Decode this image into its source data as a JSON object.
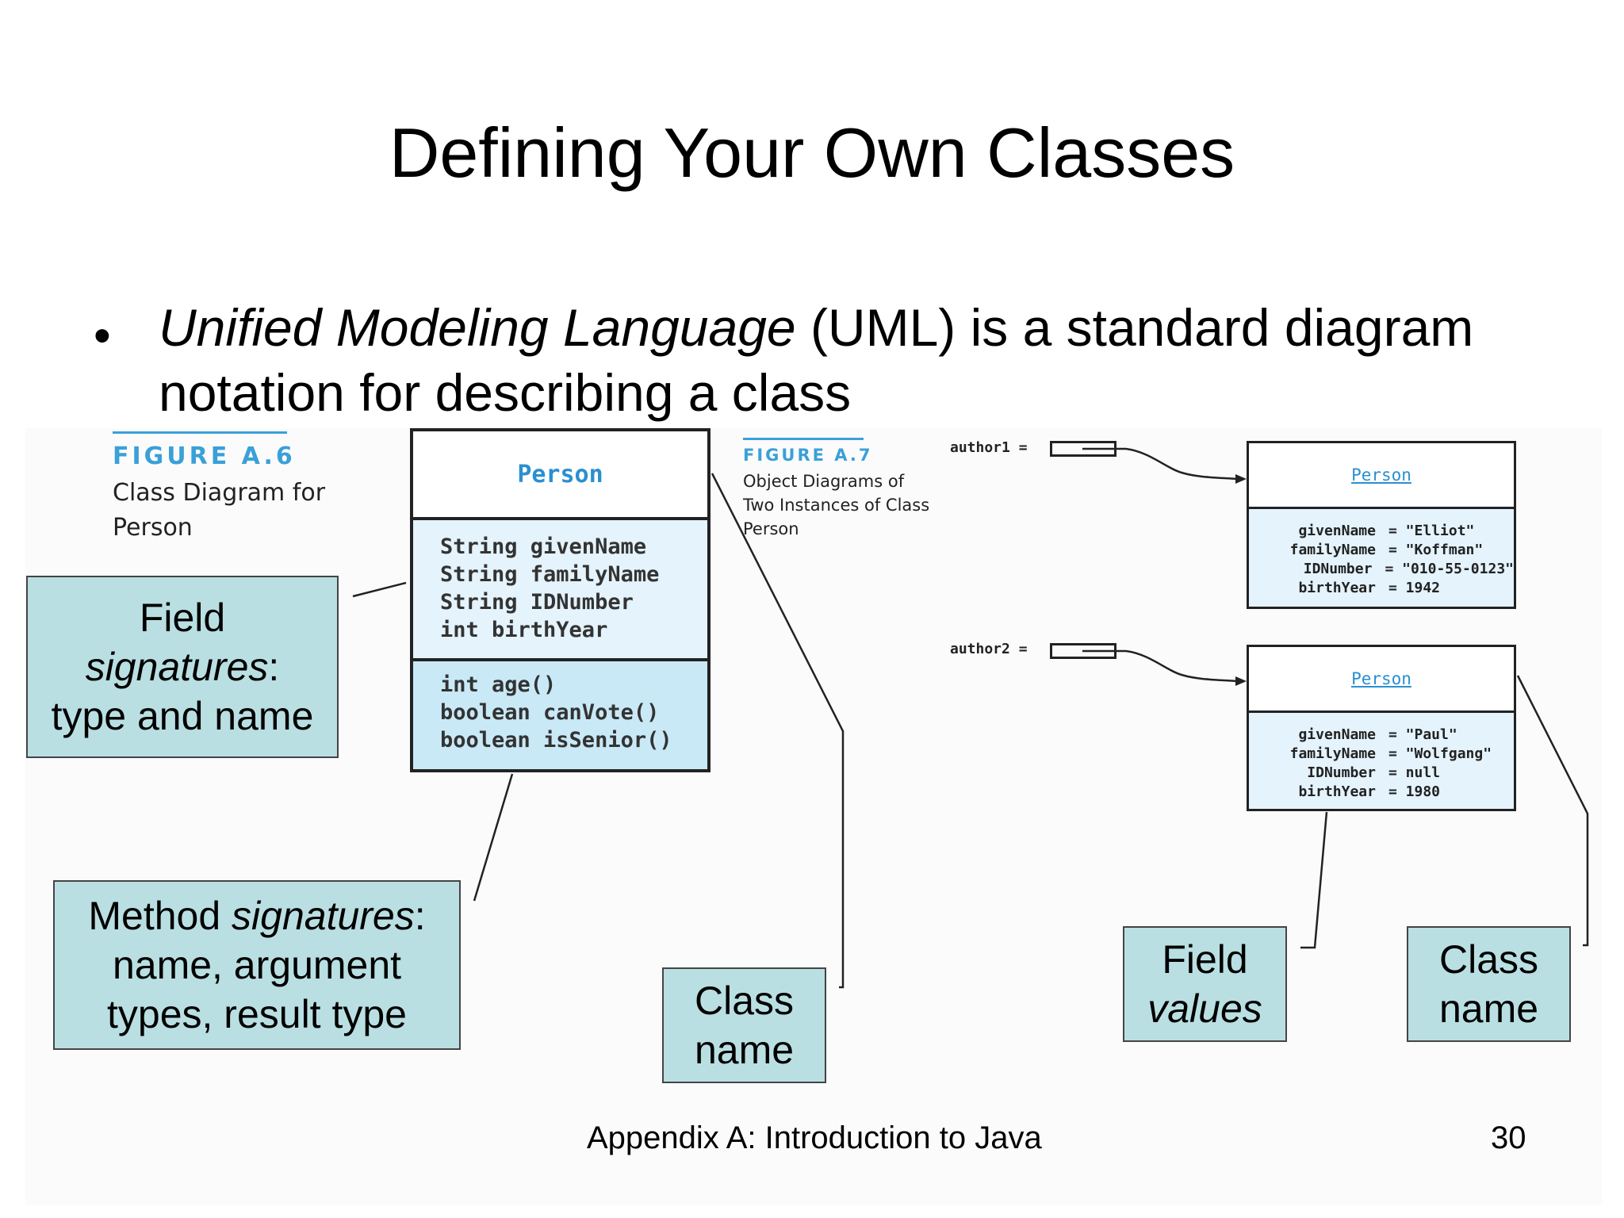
{
  "slide": {
    "title": "Defining Your Own Classes",
    "bullet": {
      "italic": "Unified Modeling Language",
      "rest_line1": " (UML) is a standard diagram",
      "line2": "notation for describing a class"
    }
  },
  "figure_a6": {
    "label": "FIGURE A.6",
    "caption_line1": "Class Diagram for",
    "caption_line2": "Person",
    "class": {
      "name": "Person",
      "fields": [
        "String givenName",
        "String familyName",
        "String IDNumber",
        "int birthYear"
      ],
      "methods": [
        "int age()",
        "boolean canVote()",
        "boolean isSenior()"
      ]
    }
  },
  "figure_a7": {
    "label": "FIGURE A.7",
    "caption_lines": [
      "Object Diagrams of",
      "Two Instances of Class",
      "Person"
    ],
    "objects": [
      {
        "ref": "author1 =",
        "class_name": "Person",
        "fields": [
          {
            "name": "givenName",
            "value": "= \"Elliot\""
          },
          {
            "name": "familyName",
            "value": "= \"Koffman\""
          },
          {
            "name": "IDNumber",
            "value": "= \"010-55-0123\""
          },
          {
            "name": "birthYear",
            "value": "= 1942"
          }
        ]
      },
      {
        "ref": "author2 =",
        "class_name": "Person",
        "fields": [
          {
            "name": "givenName",
            "value": "= \"Paul\""
          },
          {
            "name": "familyName",
            "value": "= \"Wolfgang\""
          },
          {
            "name": "IDNumber",
            "value": "= null"
          },
          {
            "name": "birthYear",
            "value": "= 1980"
          }
        ]
      }
    ]
  },
  "callouts": {
    "field_signatures": {
      "line1": "Field",
      "line2_italic": "signatures",
      "line2_suffix": ":",
      "line3": "type and name"
    },
    "method_signatures": {
      "line1_prefix": "Method ",
      "line1_italic": "signatures",
      "line1_suffix": ":",
      "line2": "name, argument",
      "line3": "types, result type"
    },
    "class_name_left": {
      "line1": "Class",
      "line2": "name"
    },
    "field_values": {
      "line1": "Field",
      "line2_italic": "values"
    },
    "class_name_right": {
      "line1": "Class",
      "line2": "name"
    }
  },
  "footer": {
    "text": "Appendix A: Introduction to Java",
    "page_number": "30"
  },
  "colors": {
    "figure_accent": "#3aa0d8",
    "callout_fill": "#b9dfe2",
    "class_fields_fill": "#e4f3fc",
    "class_methods_fill": "#c9e9f7"
  }
}
